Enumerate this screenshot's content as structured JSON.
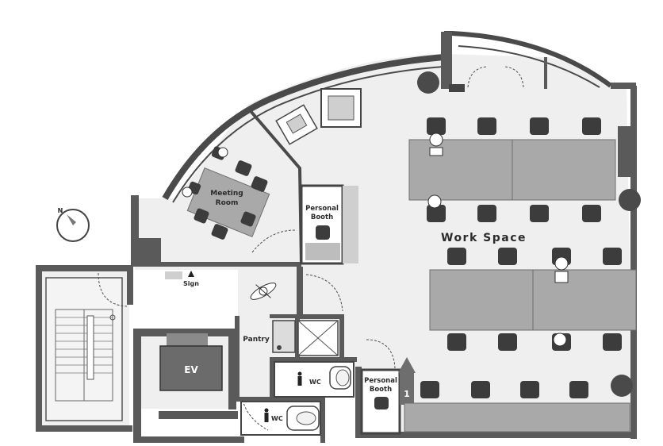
{
  "labels": {
    "meeting_room_line1": "Meeting",
    "meeting_room_line2": "Room",
    "personal_booth_top_line1": "Personal",
    "personal_booth_top_line2": "Booth",
    "personal_booth_bottom_line1": "Personal",
    "personal_booth_bottom_line2": "Booth",
    "work_space": "Work Space",
    "sign": "Sign",
    "pantry": "Pantry",
    "ev": "EV",
    "wc_upper": "WC",
    "wc_lower": "WC",
    "compass_north": "N",
    "entrance_number": "1"
  },
  "colors": {
    "wall": "#5a5a5a",
    "floor": "#efefef",
    "desk": "#a9a9a9",
    "chair": "#3c3c3c",
    "ev": "#6b6b6b",
    "entrance_marker": "#6e6e6e"
  },
  "icons": [
    "compass-icon",
    "plant-icon",
    "person-icon",
    "wc-person-icon",
    "entrance-arrow-icon",
    "sign-arrow-icon"
  ]
}
